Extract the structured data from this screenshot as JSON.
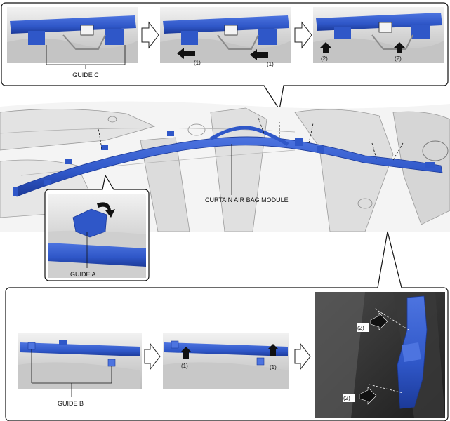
{
  "labels": {
    "guide_c": "GUIDE C",
    "guide_a": "GUIDE A",
    "guide_b": "GUIDE B",
    "module": "CURTAIN AIR BAG MODULE"
  },
  "steps": {
    "one": "(1)",
    "two": "(2)"
  },
  "colors": {
    "airbag_blue": "#2f57c8",
    "airbag_dark": "#1c3a99",
    "frame_gray": "#d9d9d9",
    "line": "#111111"
  },
  "icons": [
    "push-arrow-left-icon",
    "push-arrow-up-icon",
    "rotate-arrow-icon",
    "step-arrow-icon"
  ]
}
